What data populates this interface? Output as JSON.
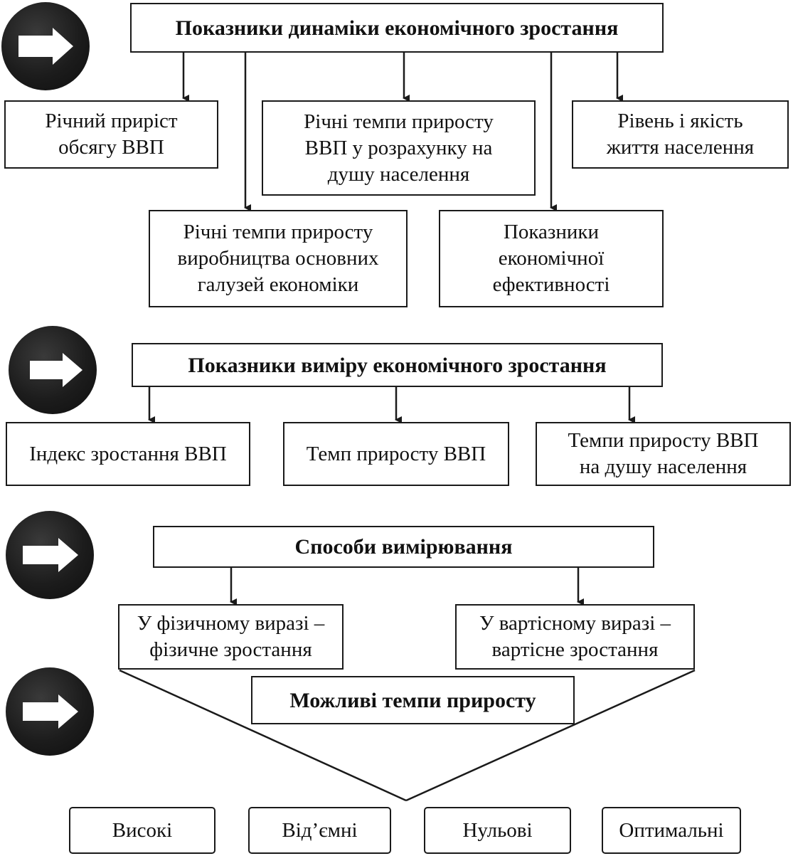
{
  "section1": {
    "title": "Показники динаміки економічного зростання",
    "items": [
      "Річний приріст\nобсягу ВВП",
      "Річні темпи приросту\nВВП у розрахунку на\nдушу населення",
      "Рівень і якість\nжиття населення",
      "Річні темпи приросту\nвиробництва основних\nгалузей економіки",
      "Показники\nекономічної\nефективності"
    ]
  },
  "section2": {
    "title": "Показники виміру економічного зростання",
    "items": [
      "Індекс зростання ВВП",
      "Темп приросту ВВП",
      "Темпи приросту ВВП\nна душу населення"
    ]
  },
  "section3": {
    "title": "Способи вимірювання",
    "items": [
      "У фізичному виразі –\nфізичне зростання",
      "У вартісному виразі –\nвартісне зростання"
    ]
  },
  "section4": {
    "title": "Можливі темпи приросту",
    "items": [
      "Високі",
      "Від’ємні",
      "Нульові",
      "Оптимальні"
    ]
  },
  "icons": [
    "arrow-right-icon",
    "arrow-right-icon",
    "arrow-right-icon",
    "arrow-right-icon"
  ]
}
